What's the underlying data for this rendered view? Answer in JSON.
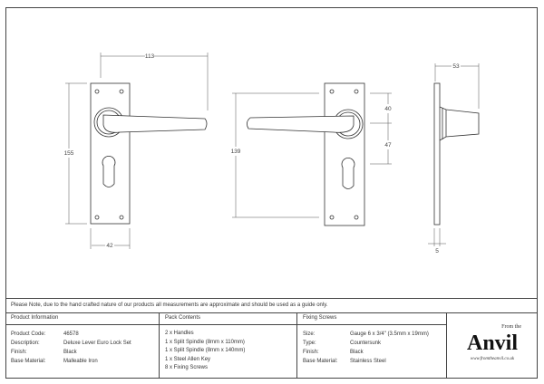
{
  "dimensions": {
    "width": "113",
    "height": "155",
    "plate_width": "42",
    "fixing_centres": "139",
    "top_to_lever": "40",
    "lever_to_cylinder": "47",
    "projection": "53",
    "plate_thickness": "5"
  },
  "note": "Please Note, due to the hand crafted nature of our products all measurements are approximate and should be used as a guide only.",
  "product_info": {
    "title": "Product Information",
    "rows": [
      {
        "k": "Product Code:",
        "v": "46578"
      },
      {
        "k": "Description:",
        "v": "Deluxe Lever Euro Lock Set"
      },
      {
        "k": "Finish:",
        "v": "Black"
      },
      {
        "k": "Base Material:",
        "v": "Malleable Iron"
      }
    ]
  },
  "pack_contents": {
    "title": "Pack Contents",
    "items": [
      "2 x Handles",
      "1 x Split Spindle (8mm x 110mm)",
      "1 x Split Spindle (8mm x 140mm)",
      "1 x Steel Allen Key",
      "8 x Fixing Screws"
    ]
  },
  "fixing_screws": {
    "title": "Fixing Screws",
    "rows": [
      {
        "k": "Size:",
        "v": "Gauge 6 x 3/4\" (3.5mm x 19mm)"
      },
      {
        "k": "Type:",
        "v": "Countersunk"
      },
      {
        "k": "Finish:",
        "v": "Black"
      },
      {
        "k": "Base Material:",
        "v": "Stainless Steel"
      }
    ]
  },
  "logo": {
    "from": "From the",
    "name": "Anvil",
    "url": "www.fromtheanvil.co.uk"
  }
}
